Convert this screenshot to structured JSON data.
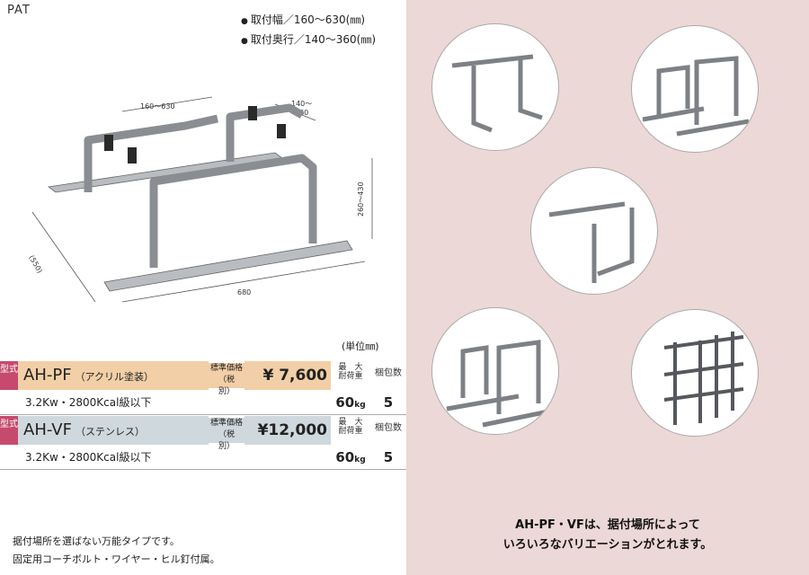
{
  "brand": "PAT",
  "specs": {
    "width_range": "取付幅／160～630(㎜)",
    "depth_range": "取付奥行／140～360(㎜)"
  },
  "drawing": {
    "dim_width": "160～630",
    "dim_depth_line1": "140～",
    "dim_depth_line2": "360",
    "dim_height": "260～430",
    "dim_side": "(550)",
    "dim_length": "680"
  },
  "unit_note": "(単位㎜)",
  "products": [
    {
      "kata": "型式",
      "model": "AH-PF",
      "finish": "（アクリル塗装）",
      "price_label_1": "標準価格",
      "price_label_2": "（税　別）",
      "price": "¥ 7,600",
      "load_label_1": "最　大",
      "load_label_2": "耐荷重",
      "pack_label": "梱包数",
      "capacity": "3.2Kw・2800Kcal級以下",
      "load_value": "60",
      "load_unit": "kg",
      "pack_value": "5"
    },
    {
      "kata": "型式",
      "model": "AH-VF",
      "finish": "（ステンレス）",
      "price_label_1": "標準価格",
      "price_label_2": "（税　別）",
      "price": "¥12,000",
      "load_label_1": "最　大",
      "load_label_2": "耐荷重",
      "pack_label": "梱包数",
      "capacity": "3.2Kw・2800Kcal級以下",
      "load_value": "60",
      "load_unit": "kg",
      "pack_value": "5"
    }
  ],
  "notes": {
    "line1": "据付場所を選ばない万能タイプです。",
    "line2": "固定用コーチボルト・ワイヤー・ヒル釘付属。"
  },
  "caption": {
    "line1": "AH-PF・VFは、据付場所によって",
    "line2": "いろいろなバリエーションがとれます。"
  },
  "colors": {
    "right_bg": "#ecd8d6",
    "kata_bg": "#c54a6e",
    "pf_bg": "#f2cfa6",
    "vf_bg": "#cfd8dc"
  }
}
